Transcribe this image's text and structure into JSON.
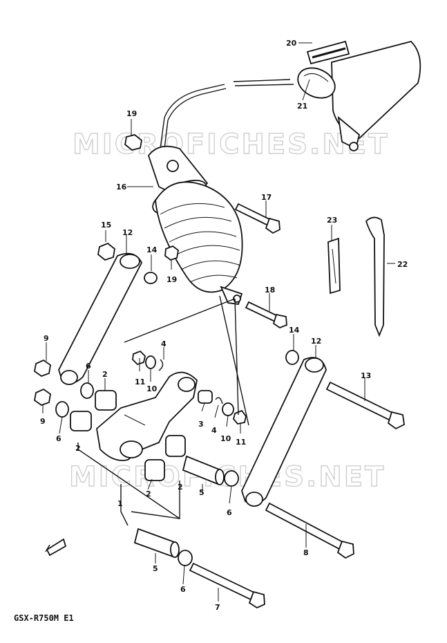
{
  "watermarks": [
    "MICROFICHES.NET",
    "MICROFICHES.NET"
  ],
  "model_code": "GSX-R750M E1",
  "callouts": [
    {
      "id": "c1",
      "label": "1"
    },
    {
      "id": "c2a",
      "label": "2"
    },
    {
      "id": "c2b",
      "label": "2"
    },
    {
      "id": "c2c",
      "label": "2"
    },
    {
      "id": "c2d",
      "label": "2"
    },
    {
      "id": "c3",
      "label": "3"
    },
    {
      "id": "c4a",
      "label": "4"
    },
    {
      "id": "c4b",
      "label": "4"
    },
    {
      "id": "c5a",
      "label": "5"
    },
    {
      "id": "c5b",
      "label": "5"
    },
    {
      "id": "c6a",
      "label": "6"
    },
    {
      "id": "c6b",
      "label": "6"
    },
    {
      "id": "c6c",
      "label": "6"
    },
    {
      "id": "c6d",
      "label": "6"
    },
    {
      "id": "c7",
      "label": "7"
    },
    {
      "id": "c8",
      "label": "8"
    },
    {
      "id": "c9a",
      "label": "9"
    },
    {
      "id": "c9b",
      "label": "9"
    },
    {
      "id": "c10a",
      "label": "10"
    },
    {
      "id": "c10b",
      "label": "10"
    },
    {
      "id": "c11a",
      "label": "11"
    },
    {
      "id": "c11b",
      "label": "11"
    },
    {
      "id": "c12a",
      "label": "12"
    },
    {
      "id": "c12b",
      "label": "12"
    },
    {
      "id": "c13",
      "label": "13"
    },
    {
      "id": "c14a",
      "label": "14"
    },
    {
      "id": "c14b",
      "label": "14"
    },
    {
      "id": "c15",
      "label": "15"
    },
    {
      "id": "c16",
      "label": "16"
    },
    {
      "id": "c17",
      "label": "17"
    },
    {
      "id": "c18",
      "label": "18"
    },
    {
      "id": "c19a",
      "label": "19"
    },
    {
      "id": "c19b",
      "label": "19"
    },
    {
      "id": "c20",
      "label": "20"
    },
    {
      "id": "c21",
      "label": "21"
    },
    {
      "id": "c22",
      "label": "22"
    },
    {
      "id": "c23",
      "label": "23"
    }
  ]
}
